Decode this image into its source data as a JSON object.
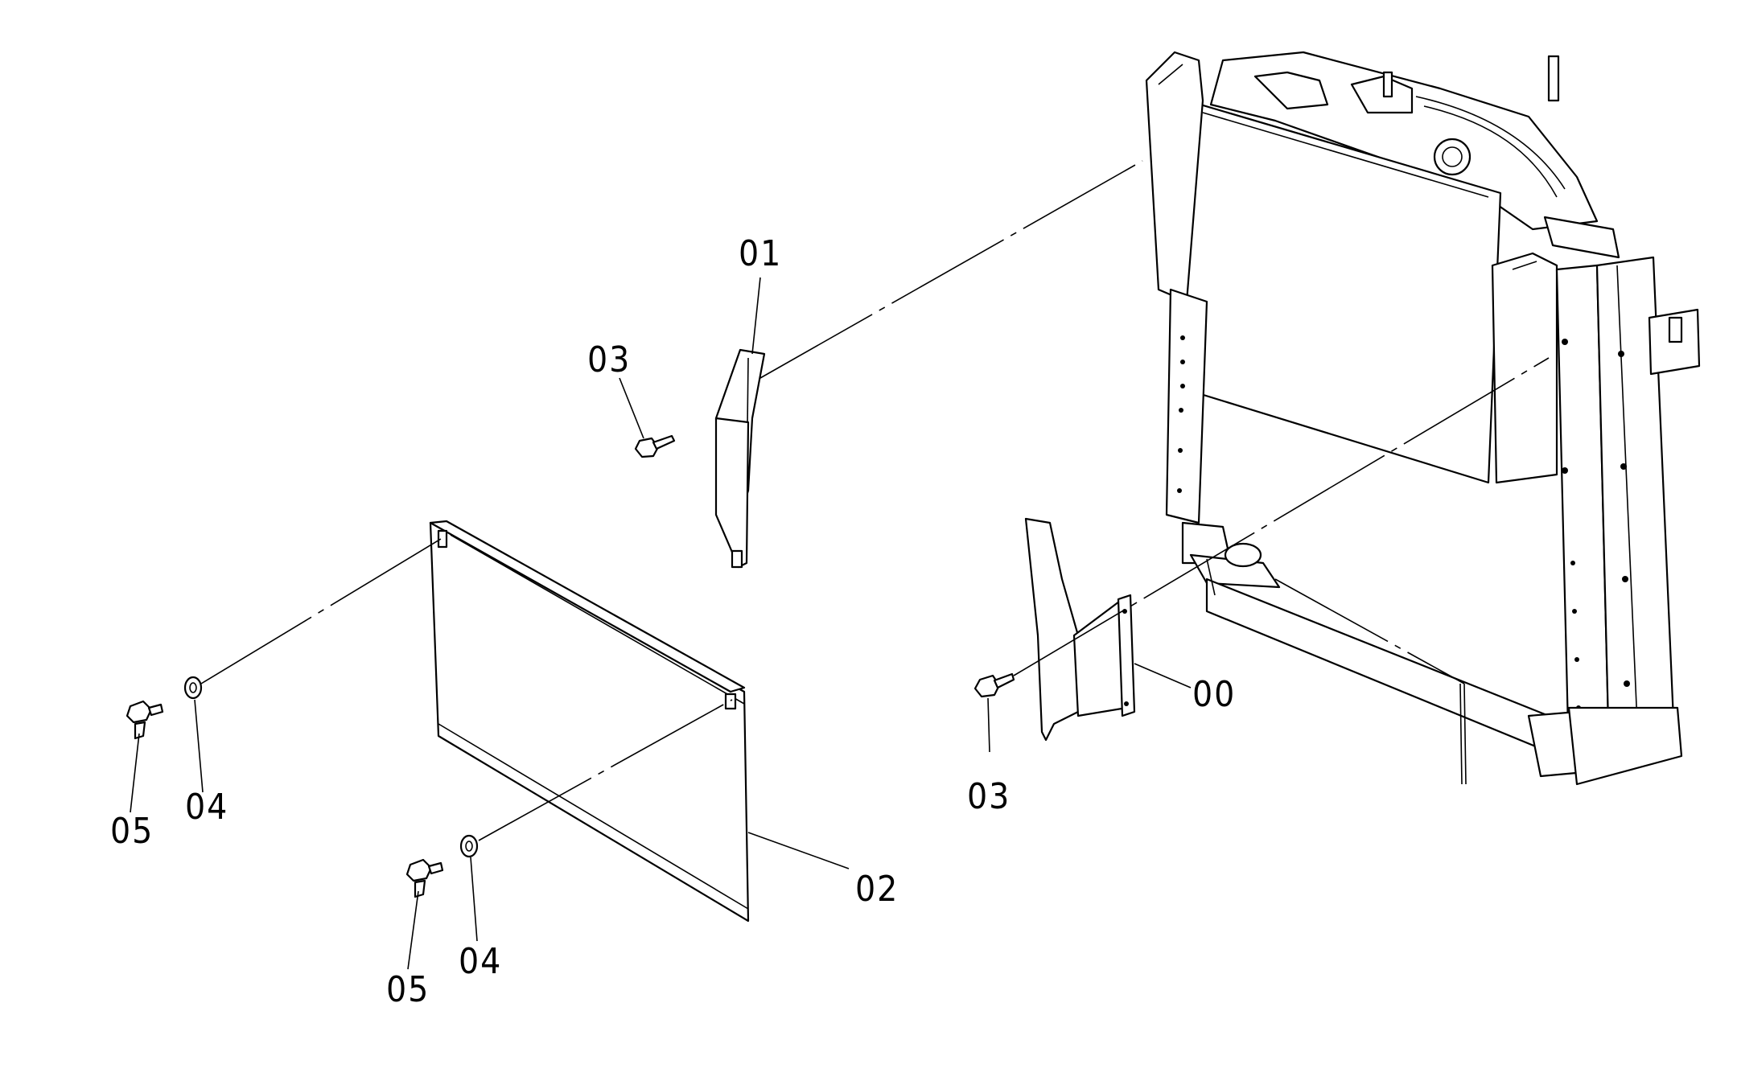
{
  "callouts": {
    "part_00": "00",
    "part_01": "01",
    "part_02": "02",
    "part_03_upper": "03",
    "part_03_lower": "03",
    "part_04_left": "04",
    "part_04_bottom": "04",
    "part_05_left": "05",
    "part_05_bottom": "05"
  }
}
